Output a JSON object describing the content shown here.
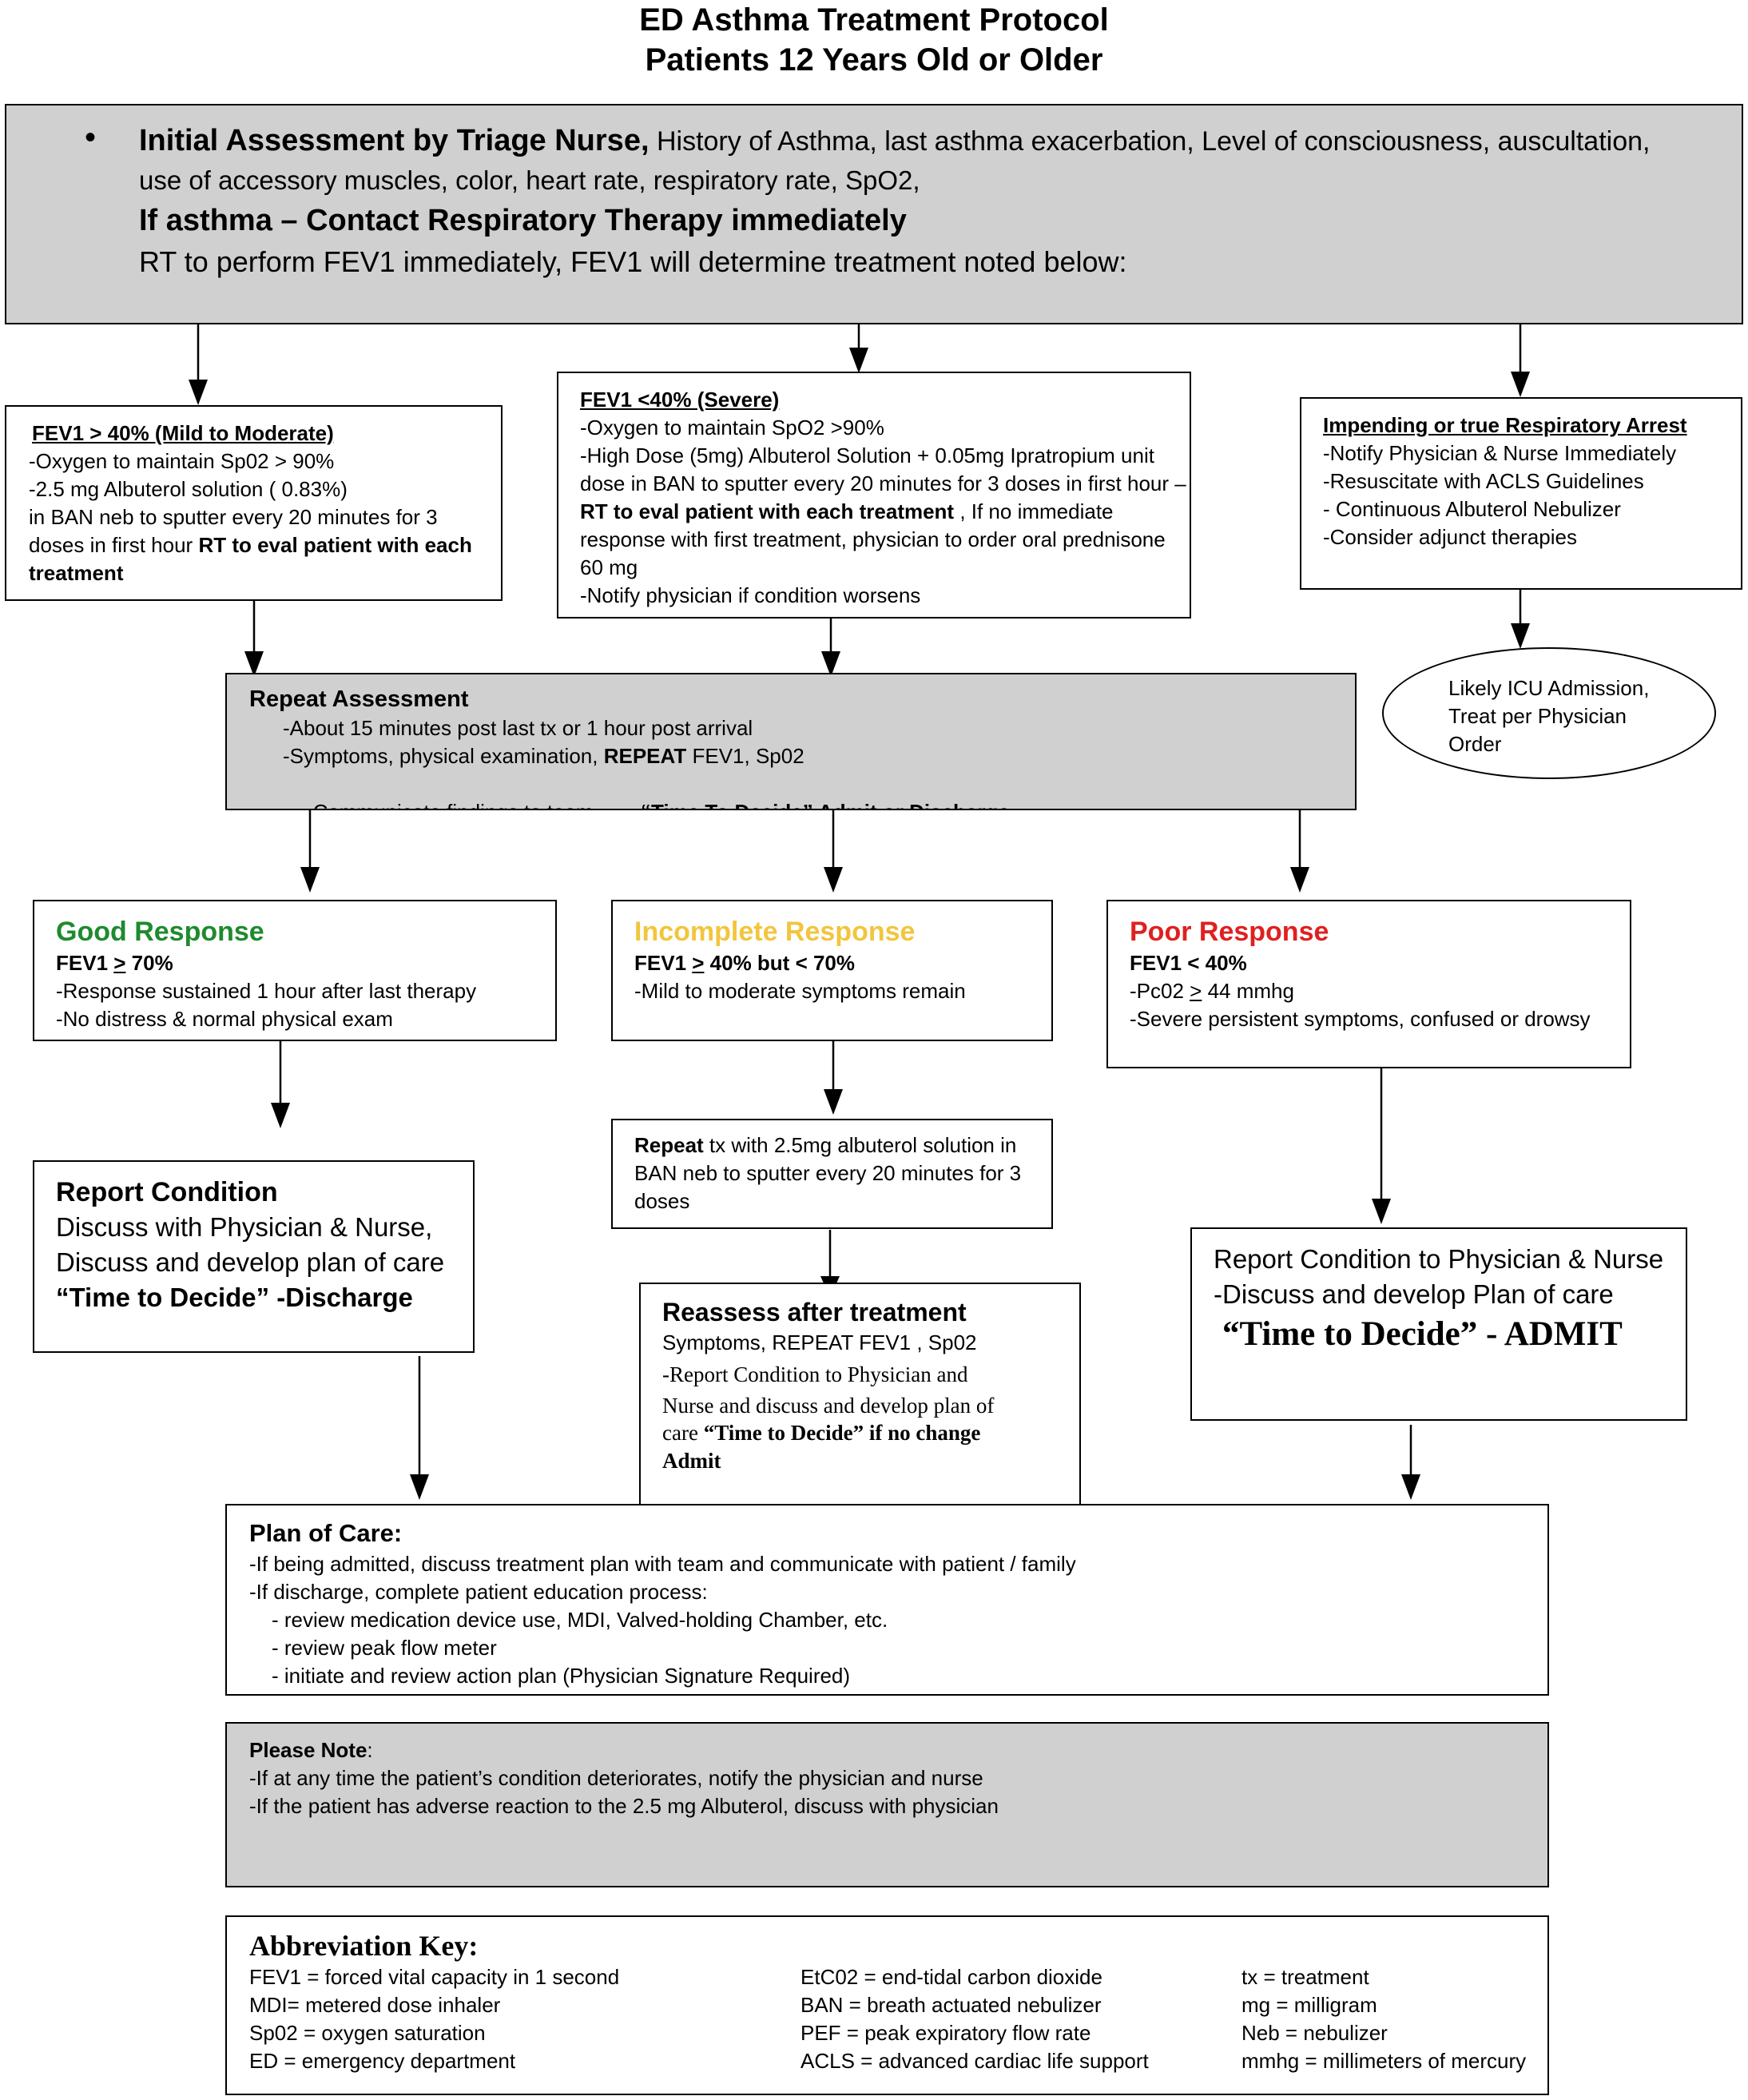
{
  "title": {
    "line1": "ED Asthma Treatment Protocol",
    "line2": "Patients 12 Years Old or Older"
  },
  "initial": {
    "bullet": "•",
    "lead_bold": "Initial Assessment by Triage Nurse,",
    "lead_rest": " History of Asthma, last asthma exacerbation, Level of consciousness, auscultation,",
    "line2": "use of accessory muscles, color, heart rate, respiratory rate, SpO2,",
    "line3": "If asthma – Contact Respiratory Therapy immediately",
    "line4": "RT to perform FEV1 immediately, FEV1 will determine treatment noted below:"
  },
  "mild": {
    "heading": "FEV1 > 40% (Mild to Moderate)",
    "l1": "-Oxygen to maintain Sp02 > 90%",
    "l2": "-2.5 mg Albuterol  solution  ( 0.83%)",
    "l3": "in BAN neb to sputter every 20 minutes for 3",
    "l4a": "doses in first hour ",
    "l4b": "RT to eval patient with each",
    "l5": "treatment"
  },
  "severe": {
    "heading": "FEV1 <40% (Severe)",
    "l1": "-Oxygen to maintain SpO2 >90%",
    "l2": "-High Dose (5mg) Albuterol Solution + 0.05mg Ipratropium unit",
    "l3": "dose in BAN to sputter every 20 minutes for 3 doses in first hour –",
    "l4a": "RT to eval patient with each treatment",
    "l4b": " , If no immediate",
    "l5": "response with first treatment, physician to order oral prednisone",
    "l6": "60 mg",
    "l7": "-Notify physician if condition worsens"
  },
  "arrest": {
    "heading": "Impending or true Respiratory Arrest",
    "l1": "-Notify Physician & Nurse Immediately",
    "l2": "-Resuscitate with ACLS Guidelines",
    "l3": "- Continuous Albuterol Nebulizer",
    "l4": "-Consider adjunct therapies"
  },
  "icu": {
    "l1": "Likely ICU Admission,",
    "l2": "Treat per Physician",
    "l3": "Order"
  },
  "repeat": {
    "heading": "Repeat Assessment",
    "l1": "-About 15 minutes post last tx or 1 hour post arrival",
    "l2a": "-Symptoms, physical examination, ",
    "l2b": "REPEAT",
    "l2c": " FEV1, Sp02",
    "l3a": "-Communicate findings to team    -   ",
    "l3b": "“Time To Decide” Admit or Discharge"
  },
  "good": {
    "heading": "Good Response",
    "fev_a": "FEV1 ",
    "fev_b": ">",
    "fev_c": " 70%",
    "l1": "-Response sustained 1 hour after last therapy",
    "l2": "-No distress & normal physical exam",
    "color": "#1f8a2e"
  },
  "incomplete": {
    "heading": "Incomplete Response",
    "fev_a": "FEV1 ",
    "fev_b": ">",
    "fev_c": " 40% but < 70%",
    "l1": "-Mild to moderate symptoms remain",
    "color": "#f2c53d"
  },
  "poor": {
    "heading": "Poor Response",
    "fev": "FEV1 < 40%",
    "l1a": "-Pc02 ",
    "l1b": ">",
    "l1c": " 44 mmhg",
    "l2": "-Severe persistent symptoms, confused or drowsy",
    "color": "#e02020"
  },
  "report_discharge": {
    "heading": "Report Condition",
    "l1": "Discuss with Physician & Nurse,",
    "l2": "Discuss and develop plan of care",
    "l3": "“Time to Decide” -Discharge"
  },
  "repeat_tx": {
    "l1a": "Repeat",
    "l1b": " tx with 2.5mg  albuterol solution in",
    "l2": "BAN neb to sputter every 20 minutes for 3",
    "l3": "doses"
  },
  "reassess": {
    "heading": "Reassess after treatment",
    "l1": "Symptoms, REPEAT FEV1 , Sp02",
    "l2": "-Report Condition to Physician and",
    "l3": "Nurse and discuss and develop plan of",
    "l4a": "care  ",
    "l4b": "“Time to Decide” if  no change",
    "l5": "Admit"
  },
  "report_admit": {
    "l1": "Report Condition to Physician & Nurse",
    "l2": "-Discuss and develop Plan of care",
    "l3": "“Time to Decide” - ADMIT"
  },
  "plan": {
    "heading": "Plan of Care:",
    "l1": "-If being admitted, discuss treatment plan with team and communicate with patient / family",
    "l2": "-If discharge, complete patient education process:",
    "l3": "- review medication device use, MDI, Valved-holding Chamber, etc.",
    "l4": "- review peak flow meter",
    "l5": "- initiate and review action plan (Physician Signature Required)"
  },
  "note": {
    "heading": "Please Note",
    "colon": ":",
    "l1": "-If at any time the patient’s condition deteriorates, notify the physician and nurse",
    "l2": "-If the patient has adverse reaction to the 2.5 mg Albuterol, discuss with physician"
  },
  "key": {
    "heading": "Abbreviation Key:",
    "col1": [
      "FEV1 = forced vital capacity in 1 second",
      "MDI= metered dose inhaler",
      "Sp02 = oxygen saturation",
      "ED = emergency department"
    ],
    "col2": [
      "EtC02 = end-tidal carbon dioxide",
      "BAN = breath actuated nebulizer",
      "PEF = peak expiratory flow rate",
      "ACLS = advanced cardiac life support"
    ],
    "col3": [
      "tx = treatment",
      "mg = milligram",
      "Neb = nebulizer",
      "mmhg = millimeters of mercury"
    ]
  }
}
